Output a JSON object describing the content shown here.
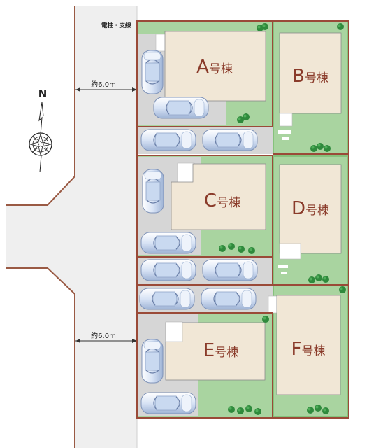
{
  "road": {
    "width_label_top": "約6.0m",
    "width_label_bottom": "約6.0m"
  },
  "compass": {
    "north_label": "N"
  },
  "utility_pole": {
    "label": "電柱・支線"
  },
  "buildings": [
    {
      "id": "A",
      "letter": "A",
      "suffix": "号棟"
    },
    {
      "id": "B",
      "letter": "B",
      "suffix": "号棟"
    },
    {
      "id": "C",
      "letter": "C",
      "suffix": "号棟"
    },
    {
      "id": "D",
      "letter": "D",
      "suffix": "号棟"
    },
    {
      "id": "E",
      "letter": "E",
      "suffix": "号棟"
    },
    {
      "id": "F",
      "letter": "F",
      "suffix": "号棟"
    }
  ],
  "colors": {
    "road": "#efefef",
    "road_edge": "#9a5a44",
    "lot_line": "#9a4a38",
    "parking": "#d6d6d6",
    "garden": "#a9d4a0",
    "garden_dark": "#86c27c",
    "house": "#f1e7d6",
    "label": "#8a3b2a",
    "tree": "#2f8a3c"
  }
}
